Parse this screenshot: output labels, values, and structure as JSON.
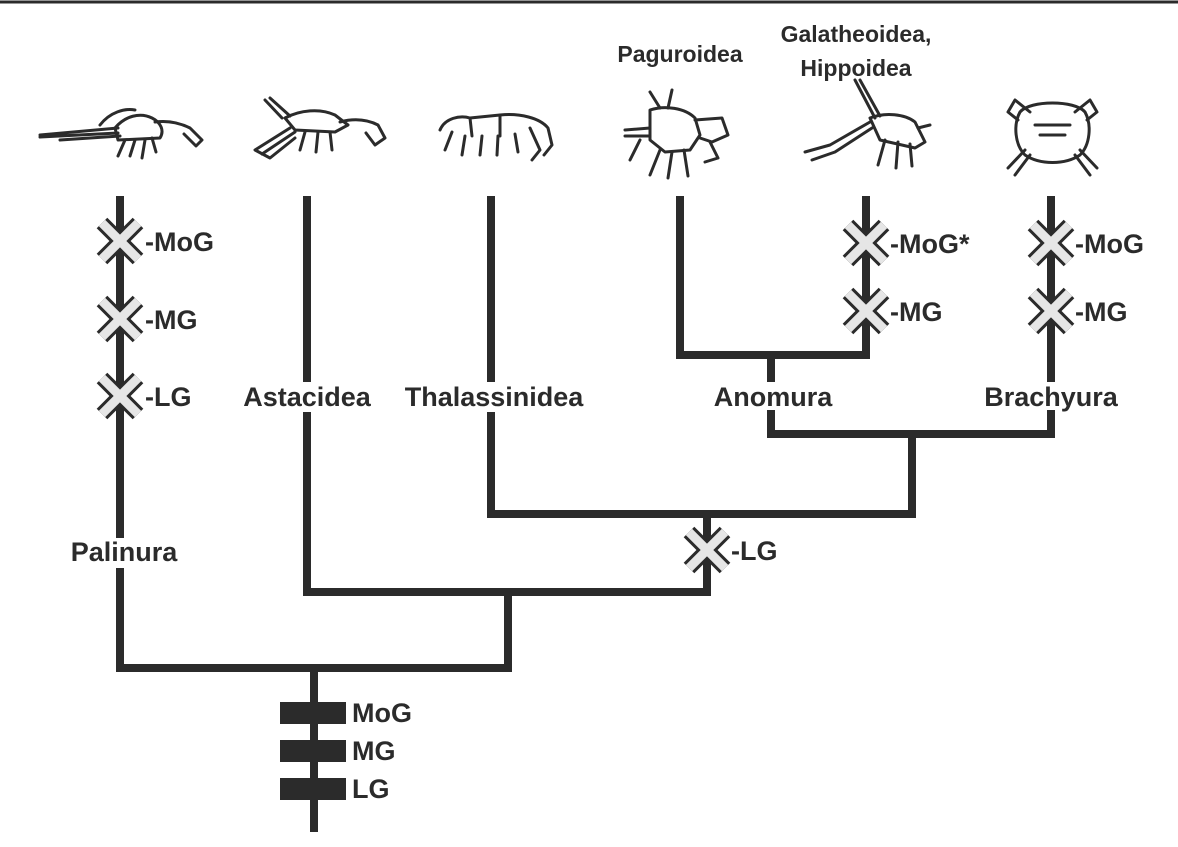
{
  "taxa": {
    "palinura": "Palinura",
    "astacidea": "Astacidea",
    "thalassinidea": "Thalassinidea",
    "anomura": "Anomura",
    "brachyura": "Brachyura"
  },
  "subgroups": {
    "paguroidea": "Paguroidea",
    "galatheoidea_line1": "Galatheoidea,",
    "galatheoidea_line2": "Hippoidea"
  },
  "root_gains": [
    "MoG",
    "MG",
    "LG"
  ],
  "losses": {
    "palinura": [
      "-MoG",
      "-MG",
      "-LG"
    ],
    "galatheoidea": [
      "-MoG*",
      "-MG"
    ],
    "brachyura": [
      "-MoG",
      "-MG"
    ],
    "thalassinidea_clade": "-LG"
  },
  "icons": [
    "spiny-lobster-icon",
    "crayfish-icon",
    "mud-shrimp-icon",
    "hermit-crab-icon",
    "squat-lobster-icon",
    "crab-icon"
  ],
  "colors": {
    "line": "#2b2b2b",
    "cross_fill": "#e6e6e6"
  }
}
